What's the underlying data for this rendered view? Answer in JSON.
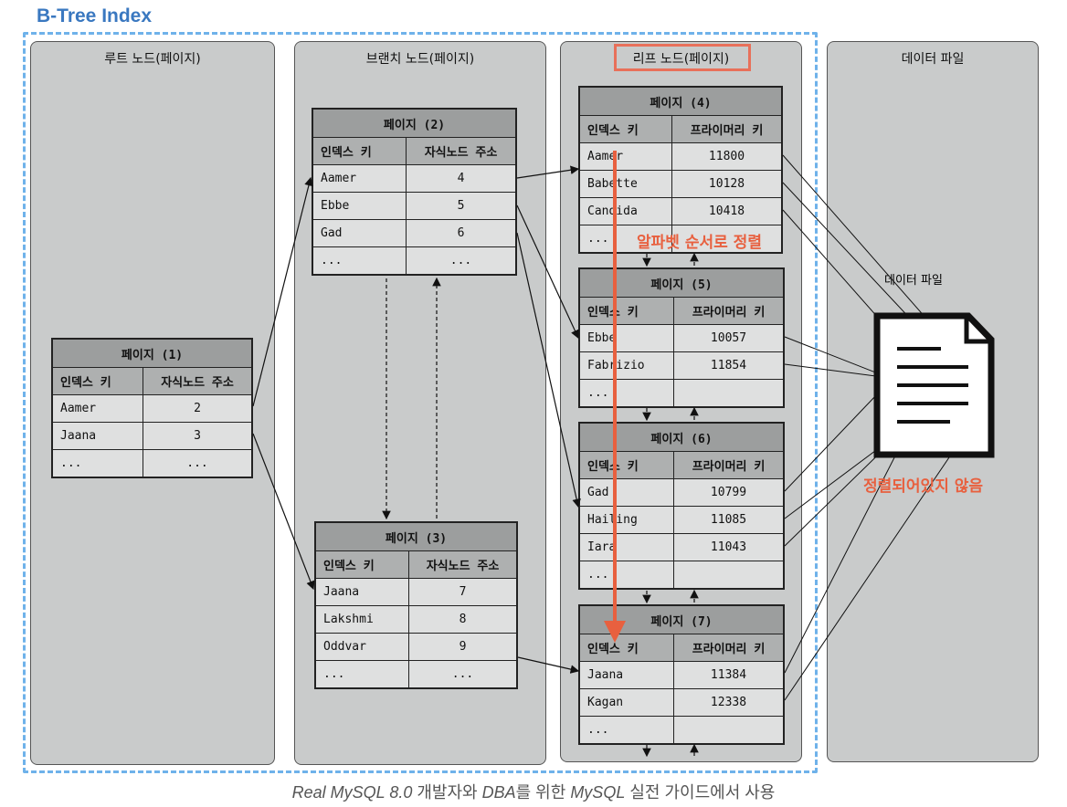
{
  "title": "B-Tree Index",
  "columns": {
    "root": "루트 노드(페이지)",
    "branch": "브랜치 노드(페이지)",
    "leaf": "리프 노드(페이지)",
    "data": "데이터 파일"
  },
  "data_file_label": "데이터 파일",
  "annotations": {
    "sorted": "알파벳 순서로 정렬",
    "unsorted": "정렬되어있지 않음"
  },
  "caption": {
    "p1": "Real MySQL 8.0",
    "p2": " 개발자와 ",
    "p3": "DBA",
    "p4": "를 위한 ",
    "p5": "MySQL",
    "p6": " 실전 가이드에서 사용"
  },
  "pages": [
    {
      "id": "p1",
      "title": "페이지 (1)",
      "cols": [
        "인덱스 키",
        "자식노드 주소"
      ],
      "rows": [
        [
          "Aamer",
          "2"
        ],
        [
          "Jaana",
          "3"
        ],
        [
          "...",
          "..."
        ]
      ]
    },
    {
      "id": "p2",
      "title": "페이지 (2)",
      "cols": [
        "인덱스 키",
        "자식노드 주소"
      ],
      "rows": [
        [
          "Aamer",
          "4"
        ],
        [
          "Ebbe",
          "5"
        ],
        [
          "Gad",
          "6"
        ],
        [
          "...",
          "..."
        ]
      ]
    },
    {
      "id": "p3",
      "title": "페이지 (3)",
      "cols": [
        "인덱스 키",
        "자식노드 주소"
      ],
      "rows": [
        [
          "Jaana",
          "7"
        ],
        [
          "Lakshmi",
          "8"
        ],
        [
          "Oddvar",
          "9"
        ],
        [
          "...",
          "..."
        ]
      ]
    },
    {
      "id": "p4",
      "title": "페이지 (4)",
      "cols": [
        "인덱스 키",
        "프라이머리 키"
      ],
      "rows": [
        [
          "Aamer",
          "11800"
        ],
        [
          "Babette",
          "10128"
        ],
        [
          "Candida",
          "10418"
        ],
        [
          "...",
          ""
        ]
      ]
    },
    {
      "id": "p5",
      "title": "페이지 (5)",
      "cols": [
        "인덱스 키",
        "프라이머리 키"
      ],
      "rows": [
        [
          "Ebbe",
          "10057"
        ],
        [
          "Fabrizio",
          "11854"
        ],
        [
          "...",
          ""
        ]
      ]
    },
    {
      "id": "p6",
      "title": "페이지 (6)",
      "cols": [
        "인덱스 키",
        "프라이머리 키"
      ],
      "rows": [
        [
          "Gad",
          "10799"
        ],
        [
          "Hailing",
          "11085"
        ],
        [
          "Iara",
          "11043"
        ],
        [
          "...",
          ""
        ]
      ]
    },
    {
      "id": "p7",
      "title": "페이지 (7)",
      "cols": [
        "인덱스 키",
        "프라이머리 키"
      ],
      "rows": [
        [
          "Jaana",
          "11384"
        ],
        [
          "Kagan",
          "12338"
        ],
        [
          "...",
          ""
        ]
      ]
    }
  ],
  "colors": {
    "accent_blue": "#3a78c0",
    "annotation_red": "#e8603f"
  }
}
